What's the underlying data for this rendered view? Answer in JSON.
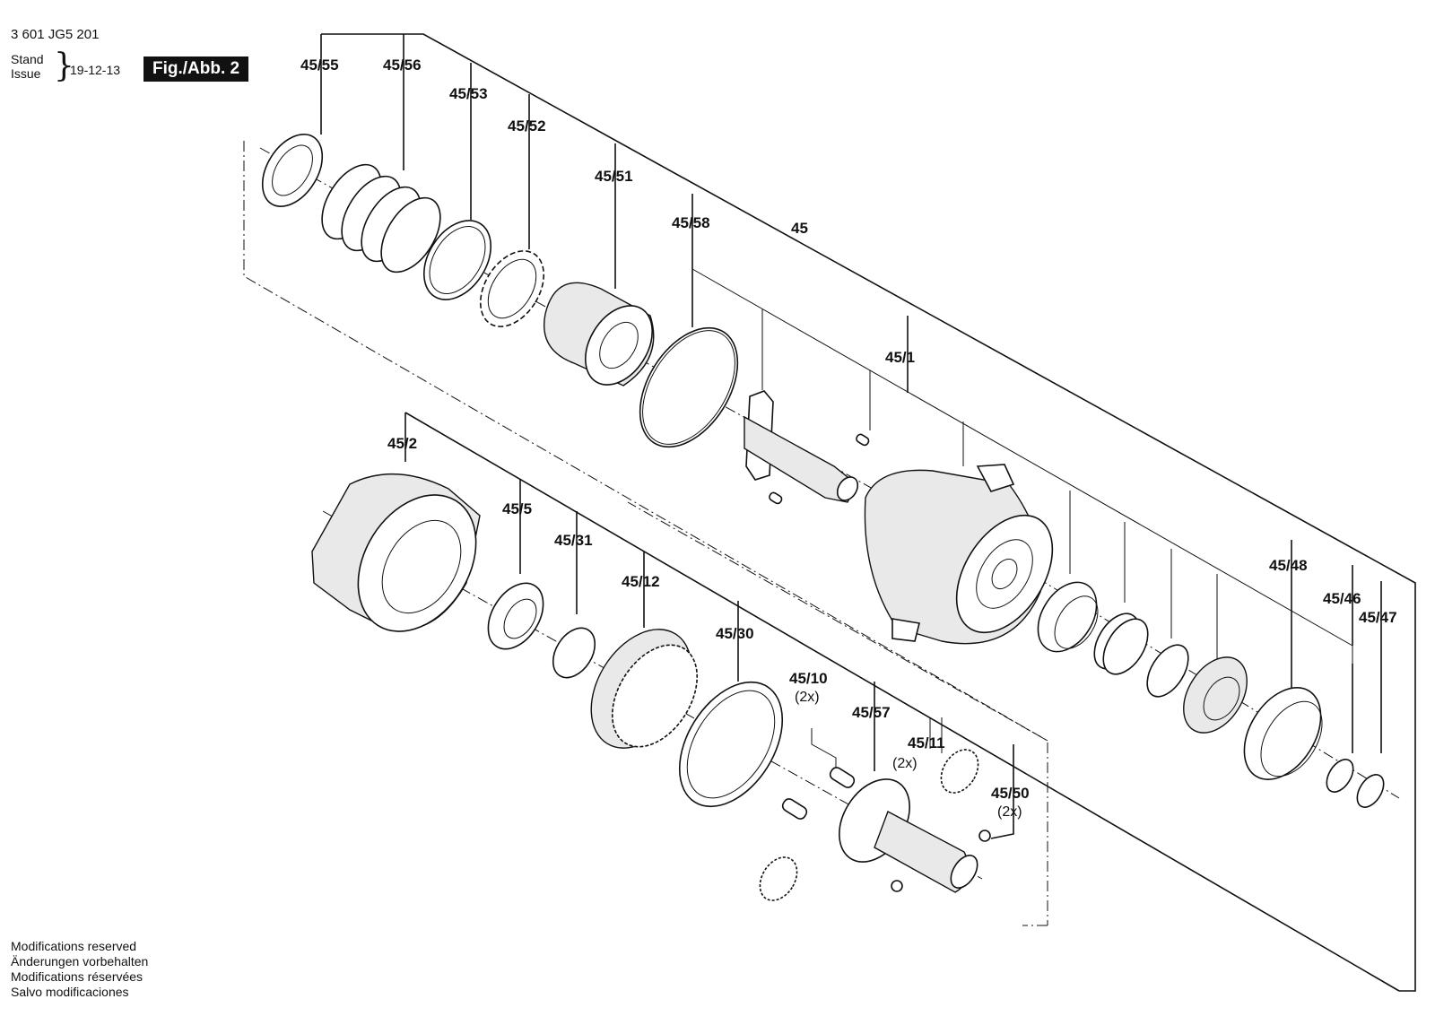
{
  "header": {
    "doc_number": "3 601 JG5 201",
    "stand": "Stand",
    "issue": "Issue",
    "date": "19-12-13",
    "figure": "Fig./Abb. 2"
  },
  "footer": {
    "lines": [
      "Modifications reserved",
      "Änderungen vorbehalten",
      "Modifications réservées",
      "Salvo modificaciones"
    ]
  },
  "labels": {
    "p45_55": "45/55",
    "p45_56": "45/56",
    "p45_53": "45/53",
    "p45_52": "45/52",
    "p45_51": "45/51",
    "p45_58": "45/58",
    "p45": "45",
    "p45_1": "45/1",
    "p45_2": "45/2",
    "p45_5": "45/5",
    "p45_31": "45/31",
    "p45_12": "45/12",
    "p45_30": "45/30",
    "p45_10": "45/10",
    "p45_10_qty": "(2x)",
    "p45_57": "45/57",
    "p45_11": "45/11",
    "p45_11_qty": "(2x)",
    "p45_50": "45/50",
    "p45_50_qty": "(2x)",
    "p45_48": "45/48",
    "p45_46": "45/46",
    "p45_47": "45/47"
  }
}
